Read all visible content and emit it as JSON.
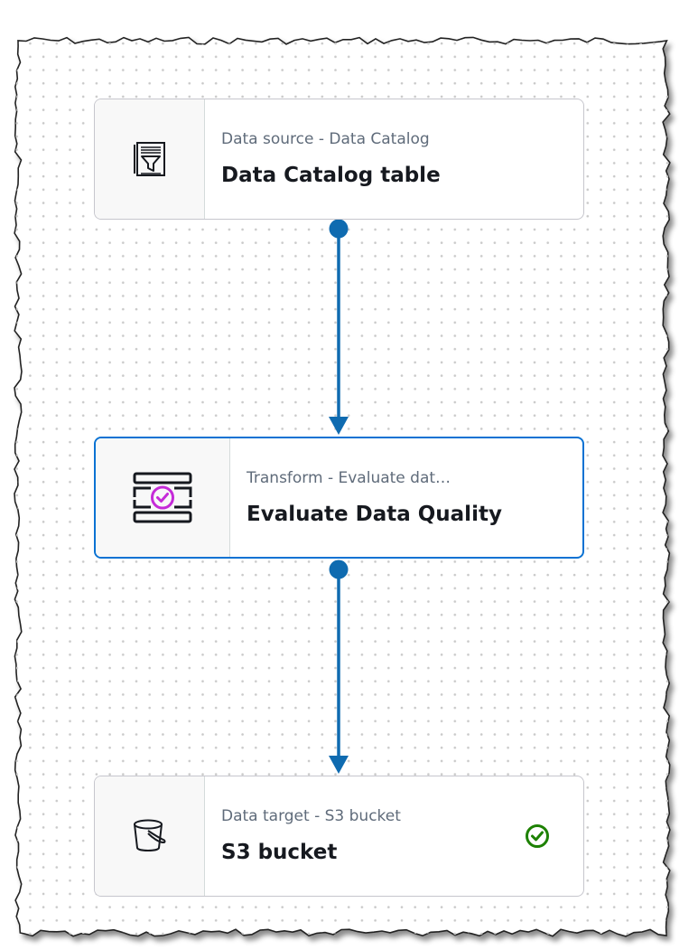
{
  "nodes": [
    {
      "id": "source",
      "subtitle": "Data source - Data Catalog",
      "title": "Data Catalog table",
      "icon": "data-catalog-table-icon",
      "selected": false
    },
    {
      "id": "transform",
      "subtitle": "Transform - Evaluate dat…",
      "title": "Evaluate Data Quality",
      "icon": "data-quality-icon",
      "selected": true
    },
    {
      "id": "target",
      "subtitle": "Data target - S3 bucket",
      "title": "S3 bucket",
      "icon": "s3-bucket-icon",
      "status_icon": "check-circle-icon",
      "selected": false
    }
  ],
  "colors": {
    "edge": "#0f6bb0",
    "selected_border": "#0972d3",
    "quality_accent": "#c52bd8",
    "status_success": "#1d8102",
    "grid_dot": "#c9c9c9"
  }
}
